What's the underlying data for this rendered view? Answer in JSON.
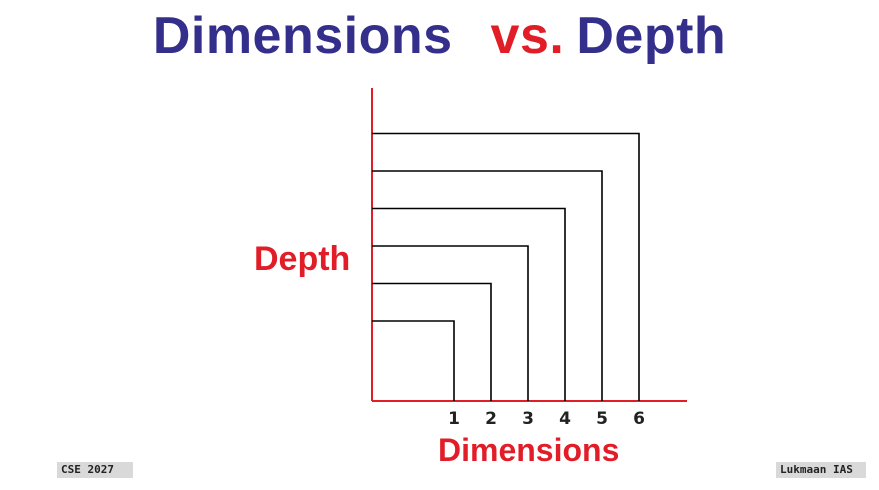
{
  "title": {
    "part1": "Dimensions",
    "part2": "vs.",
    "part3": "Depth"
  },
  "y_label": "Depth",
  "x_label": "Dimensions",
  "footer_left": "CSE 2027",
  "footer_right": "Lukmaan IAS",
  "colors": {
    "title_blue": "#352f8c",
    "accent_red": "#e11d28",
    "line": "#000000"
  },
  "chart_data": {
    "type": "diagram",
    "levels": [
      1,
      2,
      3,
      4,
      5,
      6
    ],
    "x_tick_labels": [
      "1",
      "2",
      "3",
      "4",
      "5",
      "6"
    ]
  }
}
